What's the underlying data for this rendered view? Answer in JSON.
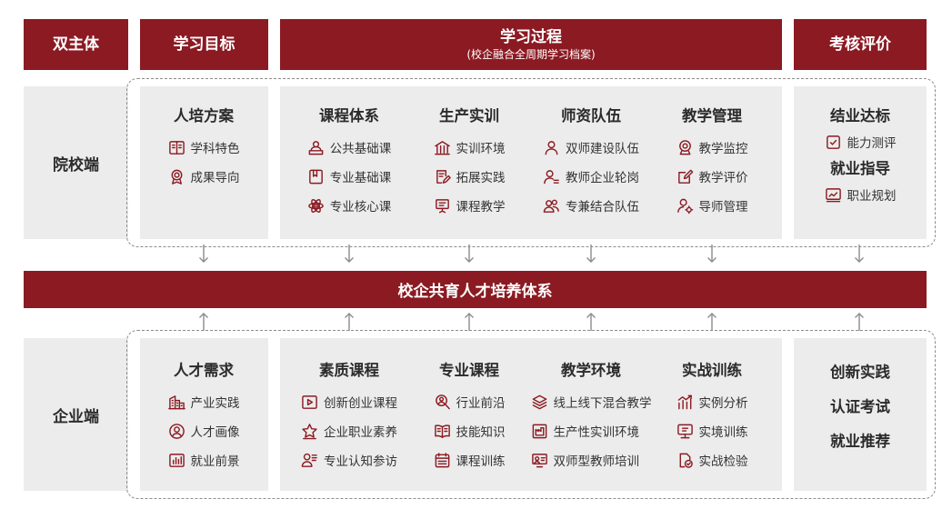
{
  "headers": {
    "subject": "双主体",
    "goal": "学习目标",
    "process_title": "学习过程",
    "process_sub": "(校企融合全周期学习档案)",
    "assessment": "考核评价"
  },
  "rows": {
    "school": "院校端",
    "enterprise": "企业端"
  },
  "center_band": "校企共育人才培养体系",
  "school_columns": [
    {
      "title": "人培方案",
      "items": [
        {
          "icon": "book-icon",
          "label": "学科特色"
        },
        {
          "icon": "award-icon",
          "label": "成果导向"
        }
      ]
    },
    {
      "title": "课程体系",
      "items": [
        {
          "icon": "people-icon",
          "label": "公共基础课"
        },
        {
          "icon": "notebook-icon",
          "label": "专业基础课"
        },
        {
          "icon": "atom-icon",
          "label": "专业核心课"
        }
      ]
    },
    {
      "title": "生产实训",
      "items": [
        {
          "icon": "building-icon",
          "label": "实训环境"
        },
        {
          "icon": "document-edit-icon",
          "label": "拓展实践"
        },
        {
          "icon": "presentation-icon",
          "label": "课程教学"
        }
      ]
    },
    {
      "title": "师资队伍",
      "items": [
        {
          "icon": "user-icon",
          "label": "双师建设队伍"
        },
        {
          "icon": "user-equal-icon",
          "label": "教师企业轮岗"
        },
        {
          "icon": "users-icon",
          "label": "专兼结合队伍"
        }
      ]
    },
    {
      "title": "教学管理",
      "items": [
        {
          "icon": "camera-icon",
          "label": "教学监控"
        },
        {
          "icon": "edit-icon",
          "label": "教学评价"
        },
        {
          "icon": "user-gear-icon",
          "label": "导师管理"
        }
      ]
    }
  ],
  "school_assessment": {
    "title1": "结业达标",
    "item1": {
      "icon": "checkbox-icon",
      "label": "能力测评"
    },
    "title2": "就业指导",
    "item2": {
      "icon": "chart-icon",
      "label": "职业规划"
    }
  },
  "enterprise_columns": [
    {
      "title": "人才需求",
      "items": [
        {
          "icon": "city-icon",
          "label": "产业实践"
        },
        {
          "icon": "profile-icon",
          "label": "人才画像"
        },
        {
          "icon": "bar-chart-icon",
          "label": "就业前景"
        }
      ]
    },
    {
      "title": "素质课程",
      "items": [
        {
          "icon": "play-icon",
          "label": "创新创业课程"
        },
        {
          "icon": "star-icon",
          "label": "企业职业素养"
        },
        {
          "icon": "user-list-icon",
          "label": "专业认知参访"
        }
      ]
    },
    {
      "title": "专业课程",
      "items": [
        {
          "icon": "search-user-icon",
          "label": "行业前沿"
        },
        {
          "icon": "open-book-icon",
          "label": "技能知识"
        },
        {
          "icon": "calendar-icon",
          "label": "课程训练"
        }
      ]
    },
    {
      "title": "教学环境",
      "items": [
        {
          "icon": "layers-icon",
          "label": "线上线下混合教学"
        },
        {
          "icon": "factory-icon",
          "label": "生产性实训环境"
        },
        {
          "icon": "teacher-icon",
          "label": "双师型教师培训"
        }
      ]
    },
    {
      "title": "实战训练",
      "items": [
        {
          "icon": "trend-icon",
          "label": "实例分析"
        },
        {
          "icon": "monitor-icon",
          "label": "实境训练"
        },
        {
          "icon": "file-check-icon",
          "label": "实战检验"
        }
      ]
    }
  ],
  "enterprise_assessment": [
    "创新实践",
    "认证考试",
    "就业推荐"
  ]
}
